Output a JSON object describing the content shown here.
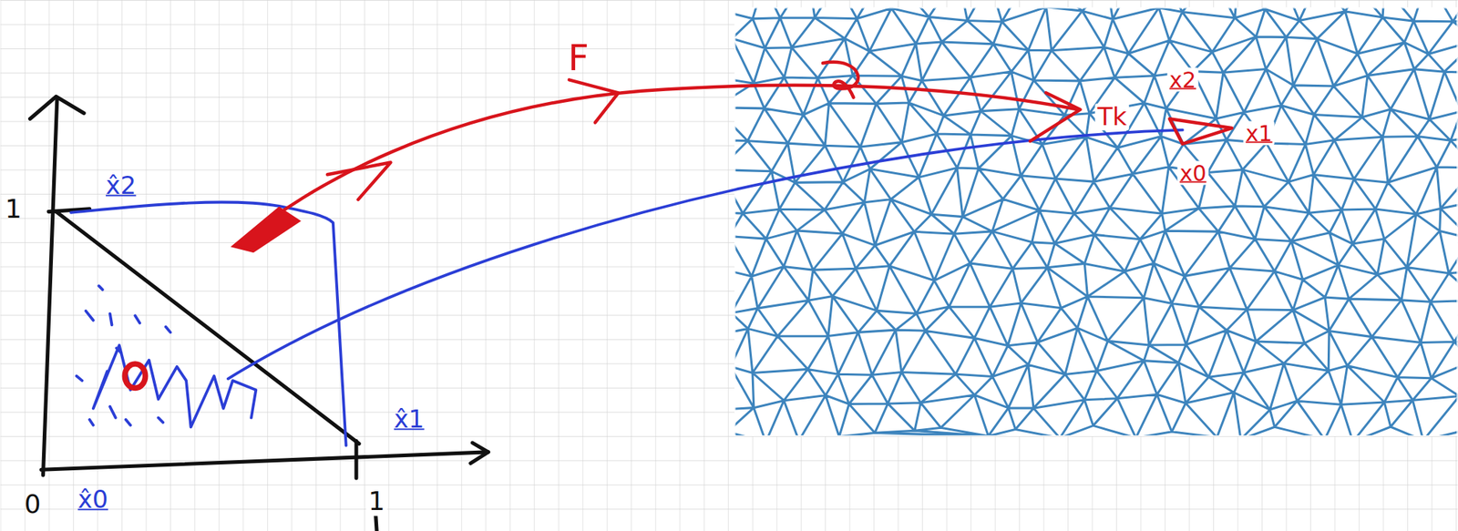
{
  "diagram": {
    "labels": [
      "1",
      "0",
      "1",
      "x̂2",
      "x̂1",
      "x̂0",
      "F",
      "Tk",
      "x2",
      "x1",
      "x0"
    ]
  }
}
